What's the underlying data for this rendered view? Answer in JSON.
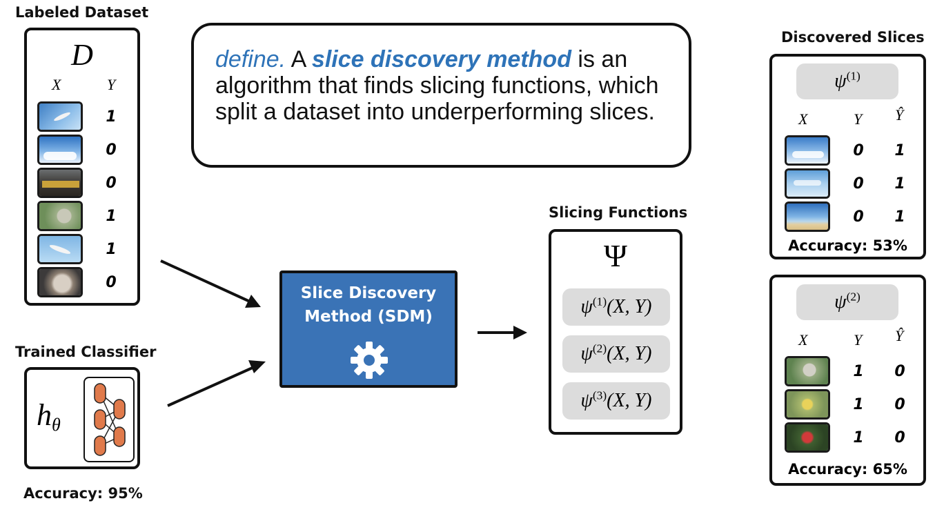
{
  "labeled_dataset": {
    "heading": "Labeled Dataset",
    "symbol": "D",
    "col_x": "X",
    "col_y": "Y",
    "rows": [
      {
        "image": "bird-in-sky-photo",
        "y": "1"
      },
      {
        "image": "clouds-sky-photo",
        "y": "0"
      },
      {
        "image": "train-photo",
        "y": "0"
      },
      {
        "image": "bird-on-branch-photo",
        "y": "1"
      },
      {
        "image": "bird-flying-photo",
        "y": "1"
      },
      {
        "image": "cat-photo",
        "y": "0"
      }
    ]
  },
  "definition": {
    "prefix": "define.",
    "pre": " A ",
    "term": "slice discovery method",
    "rest": " is an algorithm that finds slicing functions, which split a dataset into underperforming slices.",
    "accent_color": "#2e73b8"
  },
  "classifier": {
    "heading": "Trained Classifier",
    "symbol_base": "h",
    "symbol_sub": "θ",
    "icon": "neural-network-icon",
    "accuracy": "Accuracy: 95%"
  },
  "sdm": {
    "line1": "Slice Discovery",
    "line2": "Method (SDM)",
    "icon": "gear-icon",
    "fill_color": "#3a73b6"
  },
  "slicing_functions": {
    "heading": "Slicing Functions",
    "symbol": "Ψ",
    "items": [
      {
        "base": "ψ",
        "index": "(1)",
        "args": "(X, Y)"
      },
      {
        "base": "ψ",
        "index": "(2)",
        "args": "(X, Y)"
      },
      {
        "base": "ψ",
        "index": "(3)",
        "args": "(X, Y)"
      }
    ]
  },
  "discovered_slices": {
    "heading": "Discovered Slices",
    "col_x": "X",
    "col_y": "Y",
    "col_yhat": "Ŷ",
    "slices": [
      {
        "base": "ψ",
        "index": "(1)",
        "rows": [
          {
            "image": "clouds-sky-photo",
            "y": "0",
            "yhat": "1"
          },
          {
            "image": "sky-photo",
            "y": "0",
            "yhat": "1"
          },
          {
            "image": "beach-sky-photo",
            "y": "0",
            "yhat": "1"
          }
        ],
        "accuracy": "Accuracy: 53%"
      },
      {
        "base": "ψ",
        "index": "(2)",
        "rows": [
          {
            "image": "bird-on-branch-photo",
            "y": "1",
            "yhat": "0"
          },
          {
            "image": "yellow-bird-photo",
            "y": "1",
            "yhat": "0"
          },
          {
            "image": "red-bird-photo",
            "y": "1",
            "yhat": "0"
          }
        ],
        "accuracy": "Accuracy: 65%"
      }
    ]
  }
}
